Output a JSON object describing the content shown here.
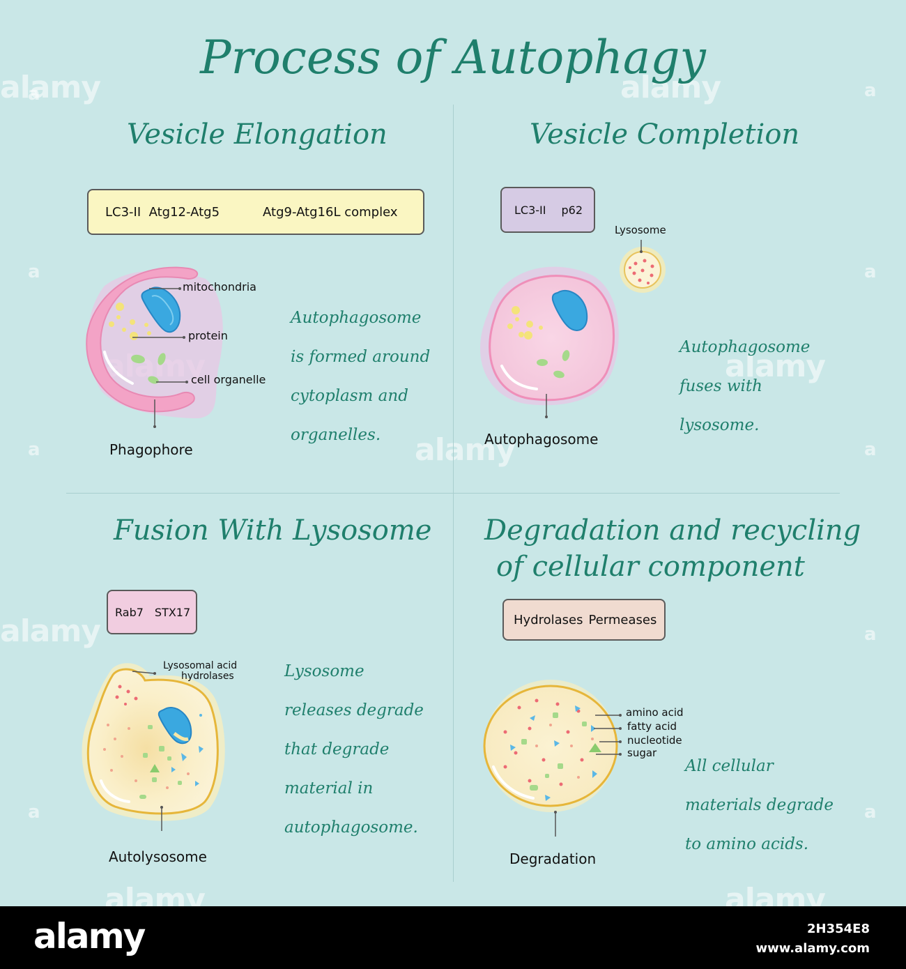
{
  "title": "Process of Autophagy",
  "colors": {
    "background": "#c9e7e7",
    "accent": "#1f7f6c",
    "footer": "#000000"
  },
  "sections": {
    "elongation": {
      "title": "Vesicle Elongation",
      "pill": {
        "left": "LC3-II  Atg12-Atg5",
        "right": "Atg9-Atg16L complex",
        "color": "#faf6c2"
      },
      "labels": {
        "mitochondria": "mitochondria",
        "protein": "protein",
        "organelle": "cell  organelle",
        "name": "Phagophore"
      },
      "desc": [
        "Autophagosome",
        "is formed around",
        "cytoplasm  and",
        "organelles."
      ]
    },
    "completion": {
      "title": "Vesicle Completion",
      "pill": {
        "left": "LC3-II",
        "right": "p62",
        "color": "#d6cbe4"
      },
      "labels": {
        "lysosome": "Lysosome",
        "name": "Autophagosome"
      },
      "desc": [
        "Autophagosome",
        "fuses  with",
        "lysosome."
      ]
    },
    "fusion": {
      "title": "Fusion With Lysosome",
      "pill": {
        "left": "Rab7",
        "right": "STX17",
        "color": "#f1cde0"
      },
      "labels": {
        "hydrolases_1": "Lysosomal  acid",
        "hydrolases_2": "hydrolases",
        "name": "Autolysosome"
      },
      "desc": [
        "Lysosome",
        "releases  degrade",
        "that  degrade",
        "material  in",
        "autophagosome."
      ]
    },
    "degradation": {
      "title_1": "Degradation and recycling",
      "title_2": "of cellular component",
      "pill": {
        "left": "Hydrolases",
        "right": "Permeases",
        "color": "#f0dbd0"
      },
      "labels": {
        "amino": "amino acid",
        "fatty": "fatty acid",
        "nucleotide": "nucleotide",
        "sugar": "sugar",
        "name": "Degradation"
      },
      "desc": [
        "All cellular",
        "materials degrade",
        "to amino acids."
      ]
    }
  },
  "watermark": {
    "text": "alamy",
    "letter": "a"
  },
  "footer": {
    "logo": "alamy",
    "image_id": "2H354E8",
    "url": "www.alamy.com"
  }
}
